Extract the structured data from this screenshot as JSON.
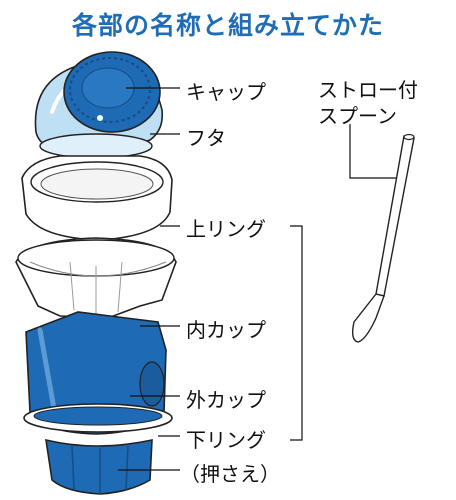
{
  "title": "各部の名称と組み立てかた",
  "parts": {
    "cap": "キャップ",
    "lid": "フタ",
    "upper_ring": "上リング",
    "inner_cup": "内カップ",
    "outer_cup": "外カップ",
    "lower_ring": "下リング",
    "presser": "（押さえ）"
  },
  "spoon": {
    "line1": "ストロー付",
    "line2": "スプーン"
  },
  "colors": {
    "title": "#1f6db5",
    "cap_blue": "#1e6ab4",
    "lid_light_blue": "#bfe0f4",
    "cup_blue": "#1e6ab4",
    "outline": "#222222"
  }
}
